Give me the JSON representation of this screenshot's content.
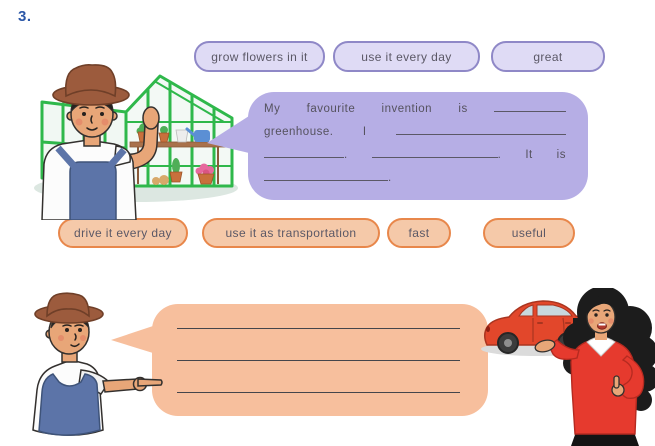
{
  "exercise": {
    "number": "3."
  },
  "colors": {
    "exercise_number": "#2B57A7",
    "purple_pill_border": "#8F88C7",
    "purple_pill_fill": "#DFDBF5",
    "purple_bubble": "#B6AEE5",
    "orange_pill_border": "#E8874B",
    "orange_pill_fill": "#F5C9A9",
    "orange_bubble": "#F7BF9D",
    "body_text": "#55525E",
    "greenhouse_green": "#2FB84B",
    "car_red": "#E2472B",
    "sweater_red": "#E63A2E"
  },
  "greenhouse_task": {
    "word_bank": [
      "grow flowers in it",
      "use it every day",
      "great"
    ],
    "bubble": {
      "lines": [
        {
          "justify": true,
          "tokens": [
            {
              "word": "My"
            },
            {
              "word": "favourite"
            },
            {
              "word": "invention"
            },
            {
              "word": "is"
            },
            {
              "blank": 72
            }
          ]
        },
        {
          "justify": true,
          "tokens": [
            {
              "word": "greenhouse."
            },
            {
              "word": "I"
            },
            {
              "blank": 170
            }
          ]
        },
        {
          "justify": true,
          "tokens": [
            {
              "blank": 80,
              "suffix": "."
            },
            {
              "blank": 126,
              "suffix": "."
            },
            {
              "word": "It"
            },
            {
              "word": "is"
            }
          ]
        },
        {
          "justify": false,
          "tokens": [
            {
              "blank": 124,
              "suffix": "."
            }
          ]
        }
      ]
    },
    "illustration": "farmer-waving-with-greenhouse"
  },
  "car_task": {
    "word_bank": [
      "drive it every day",
      "use it as transportation",
      "fast",
      "useful"
    ],
    "bubble": {
      "answer_lines": 3
    },
    "illustrations": [
      "farmer-pointing",
      "red-car",
      "woman-presenting-car"
    ]
  }
}
